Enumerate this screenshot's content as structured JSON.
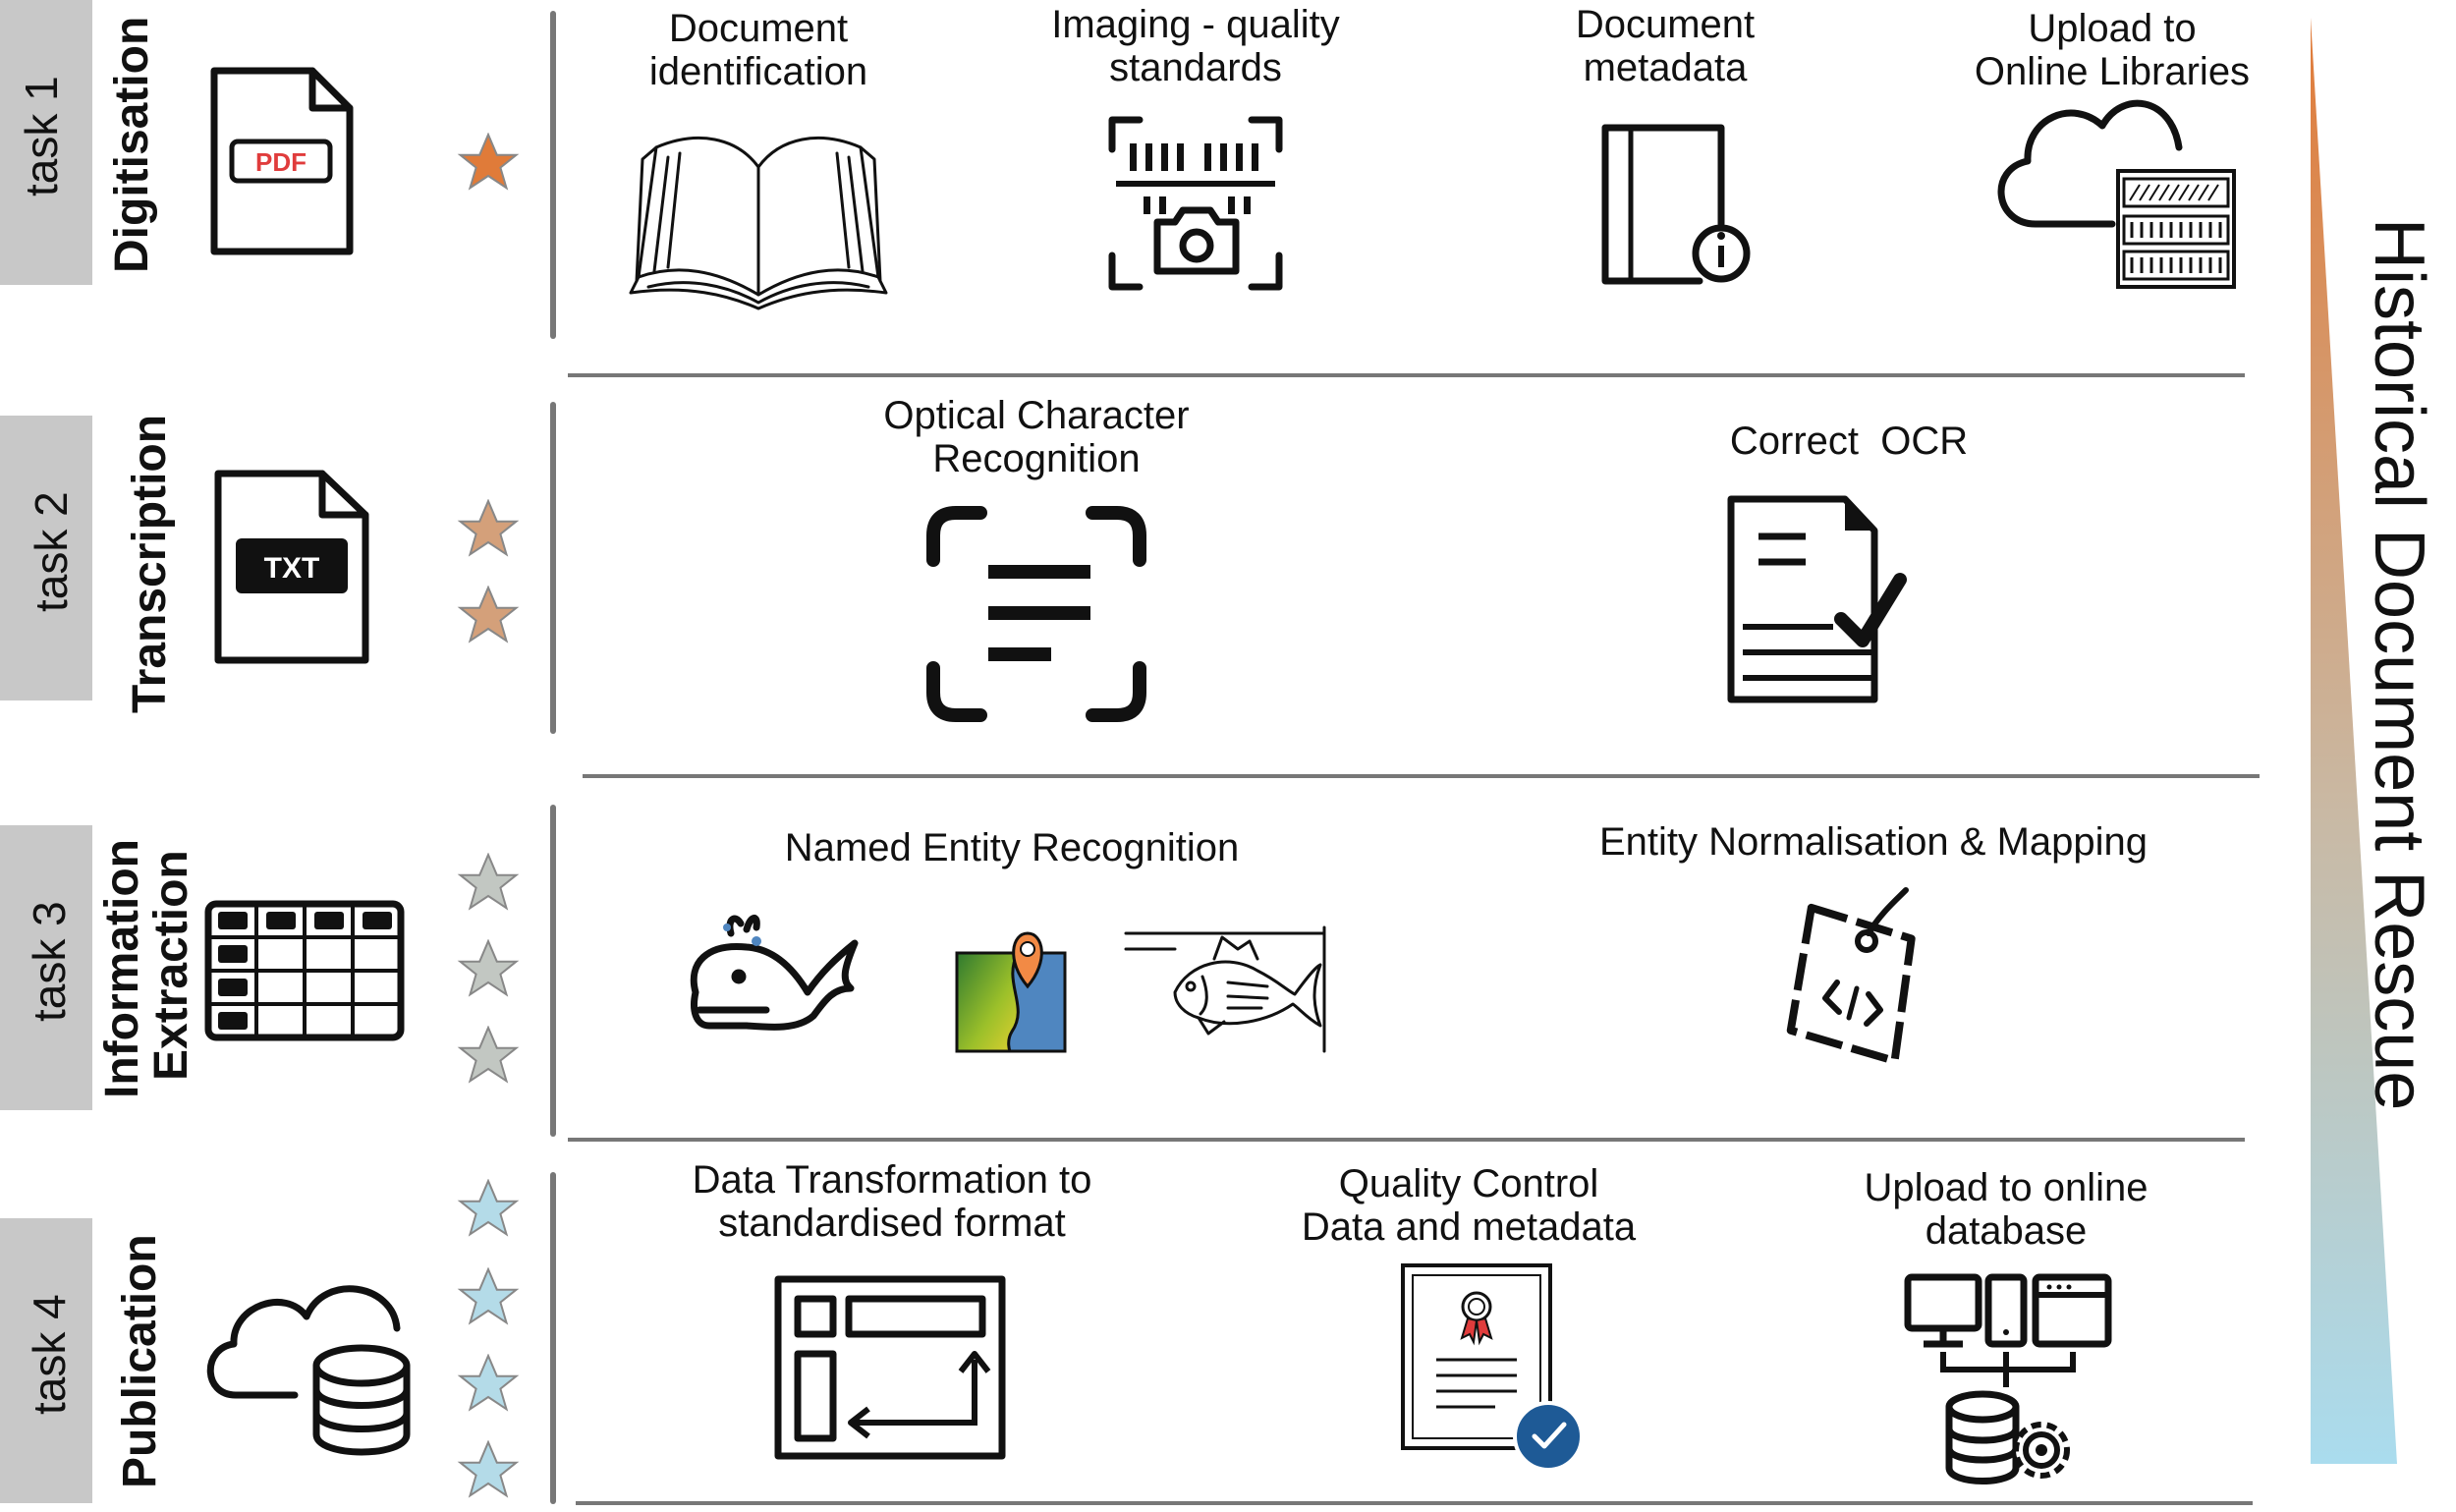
{
  "side_title": "Historical Document Rescue",
  "colors": {
    "gradient_top": "#e07b39",
    "gradient_bottom": "#aadcee",
    "tab_grey": "#c8c8c8",
    "divider": "#777777",
    "ocr_brackets": "#111111",
    "map_blue": "#4f86c0",
    "map_green": "#8fbf2a",
    "pin_orange": "#f28a45",
    "check_blue": "#1e5a96",
    "pdf_red": "#e03c3c"
  },
  "tasks": [
    {
      "tab": "task 1",
      "name": "Digitisation",
      "file_badge": "PDF",
      "stars": 1,
      "star_color": "#e07b39",
      "steps": [
        {
          "label_lines": [
            "Document",
            "identification"
          ],
          "icon": "open-book-icon"
        },
        {
          "label_lines": [
            "Imaging - quality",
            "standards"
          ],
          "icon": "barcode-camera-icon"
        },
        {
          "label_lines": [
            "Document",
            "metadata"
          ],
          "icon": "book-info-icon"
        },
        {
          "label_lines": [
            "Upload to",
            "Online Libraries"
          ],
          "icon": "cloud-library-icon"
        }
      ]
    },
    {
      "tab": "task 2",
      "name": "Transcription",
      "file_badge": "TXT",
      "stars": 2,
      "star_color": "#d4a07a",
      "steps": [
        {
          "label_lines": [
            "Optical Character",
            "Recognition"
          ],
          "icon": "ocr-scan-icon"
        },
        {
          "label_lines": [
            "Correct  OCR"
          ],
          "icon": "document-check-icon"
        }
      ]
    },
    {
      "tab": "task 3",
      "name_lines": [
        "Information",
        "Extraction"
      ],
      "stars": 3,
      "star_color": "#c2c7c2",
      "steps": [
        {
          "label_lines": [
            "Named Entity Recognition"
          ],
          "icon": "whale-map-fish-icons"
        },
        {
          "label_lines": [
            "Entity Normalisation & Mapping"
          ],
          "icon": "code-tag-icon"
        }
      ]
    },
    {
      "tab": "task 4",
      "name": "Publication",
      "stars": 4,
      "star_color": "#b4dbe8",
      "steps": [
        {
          "label_lines": [
            "Data Transformation to",
            "standardised format"
          ],
          "icon": "layout-transform-icon"
        },
        {
          "label_lines": [
            "Quality Control",
            "Data and metadata"
          ],
          "icon": "certificate-check-icon"
        },
        {
          "label_lines": [
            "Upload to online",
            "database"
          ],
          "icon": "network-database-icon"
        }
      ]
    }
  ]
}
